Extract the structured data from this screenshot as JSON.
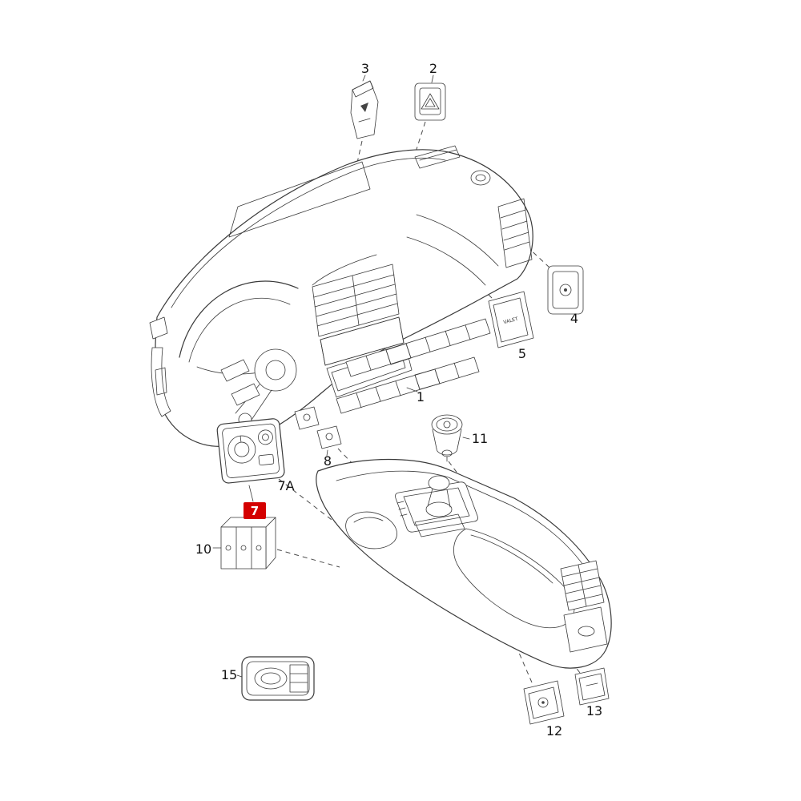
{
  "page": {
    "background": "#ffffff",
    "type": "exploded-parts-diagram",
    "subject": "Vehicle dashboard and center console switch assemblies"
  },
  "diagram": {
    "colors": {
      "line": "#3a3a3a",
      "label_text": "#141414",
      "highlight_bg": "#d40000",
      "highlight_text": "#ffffff"
    },
    "labels": {
      "part1": "1",
      "part2": "2",
      "part3": "3",
      "part4": "4",
      "part5": "5",
      "part7a": "7A",
      "part7": "7",
      "part8": "8",
      "part10": "10",
      "part11": "11",
      "part12": "12",
      "part13": "13",
      "part15": "15"
    },
    "inscriptions": {
      "switch5_text": "VALET"
    },
    "highlighted_part": "7"
  }
}
